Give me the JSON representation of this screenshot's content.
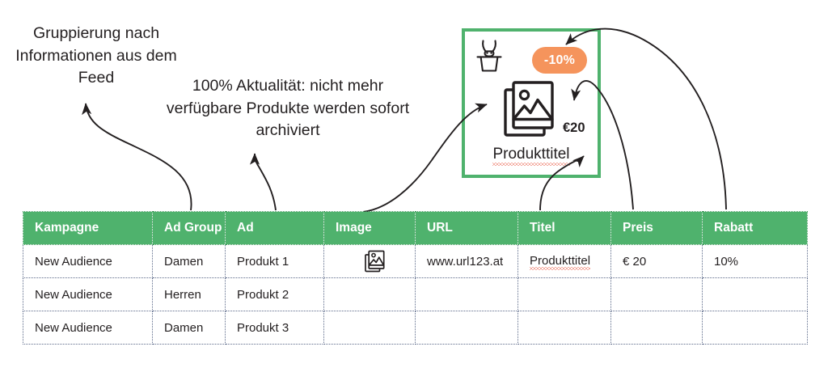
{
  "annotations": [
    {
      "id": "grouping",
      "text": "Gruppierung nach Informationen aus dem Feed"
    },
    {
      "id": "actuality",
      "text": "100% Aktualität: nicht mehr verfügbare Produkte werden sofort archiviert"
    }
  ],
  "ad_card": {
    "magic_icon": "rabbit-in-hat-icon",
    "discount_badge": "-10%",
    "image_icon": "stacked-images-icon",
    "price": "€20",
    "title": "Produkttitel",
    "border_color": "#4FB26D",
    "badge_color": "#F5945C"
  },
  "table": {
    "header_color": "#4FB26D",
    "columns": [
      "Kampagne",
      "Ad Group",
      "Ad",
      "Image",
      "URL",
      "Titel",
      "Preis",
      "Rabatt"
    ],
    "rows": [
      {
        "kampagne": "New Audience",
        "ad_group": "Damen",
        "ad": "Produkt 1",
        "image": "image-thumbnail-icon",
        "url": "www.url123.at",
        "titel": "Produkttitel",
        "preis": "€ 20",
        "rabatt": "10%"
      },
      {
        "kampagne": "New Audience",
        "ad_group": "Herren",
        "ad": "Produkt 2",
        "image": "",
        "url": "",
        "titel": "",
        "preis": "",
        "rabatt": ""
      },
      {
        "kampagne": "New Audience",
        "ad_group": "Damen",
        "ad": "Produkt 3",
        "image": "",
        "url": "",
        "titel": "",
        "preis": "",
        "rabatt": ""
      }
    ]
  },
  "arrows": [
    {
      "name": "arrow-kampagne-to-grouping-note"
    },
    {
      "name": "arrow-ad-to-actuality-note"
    },
    {
      "name": "arrow-image-to-card-preview"
    },
    {
      "name": "arrow-titel-to-card-title"
    },
    {
      "name": "arrow-preis-to-card-price"
    },
    {
      "name": "arrow-rabatt-to-card-badge"
    }
  ]
}
